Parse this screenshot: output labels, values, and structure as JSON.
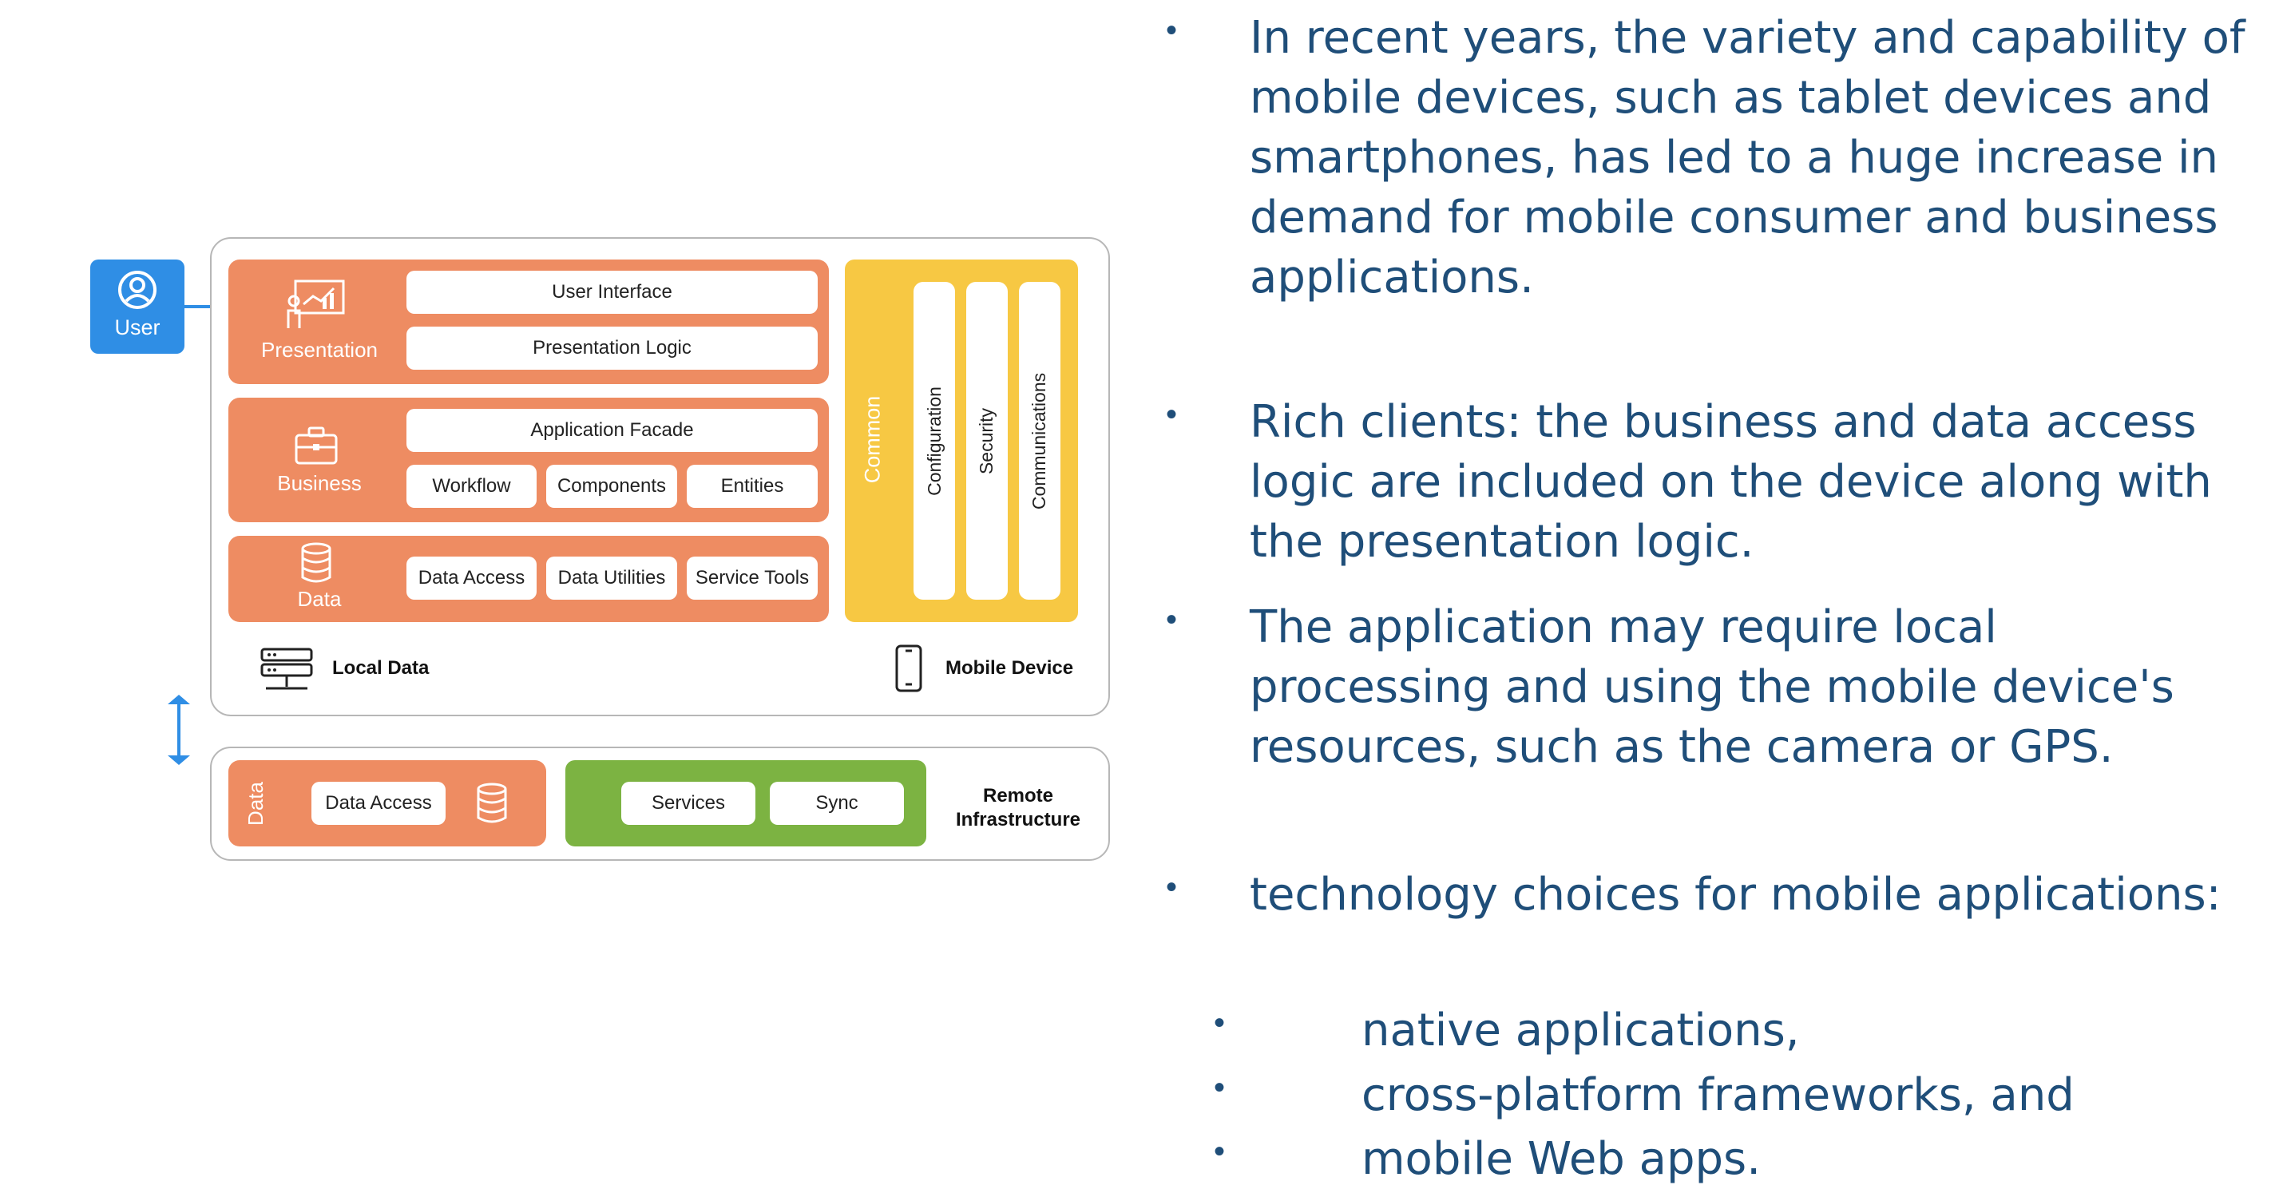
{
  "diagram": {
    "user_label": "User",
    "presentation": {
      "label": "Presentation",
      "items": [
        "User Interface",
        "Presentation Logic"
      ]
    },
    "business": {
      "label": "Business",
      "facade": "Application Facade",
      "items": [
        "Workflow",
        "Components",
        "Entities"
      ]
    },
    "data": {
      "label": "Data",
      "items": [
        "Data Access",
        "Data Utilities",
        "Service Tools"
      ]
    },
    "common": {
      "label": "Common",
      "items": [
        "Configuration",
        "Security",
        "Communications"
      ]
    },
    "local_data_label": "Local Data",
    "mobile_device_label": "Mobile Device",
    "remote": {
      "data_label": "Data",
      "data_access": "Data Access",
      "services": "Services",
      "sync": "Sync",
      "label_line1": "Remote",
      "label_line2": "Infrastructure"
    },
    "colors": {
      "orange": "#ee8c62",
      "yellow": "#f7c843",
      "green": "#7cb342",
      "blue": "#2f8ee5",
      "text": "#1f4e79"
    }
  },
  "bullets": [
    "In recent years, the variety and capability of mobile devices, such as tablet devices and smartphones, has led to a huge increase in demand for mobile consumer and business applications.",
    "Rich clients: the business and data access logic are included on the device along with the presentation logic.",
    "The application may require local processing and using the mobile device's resources, such as the camera or GPS.",
    "technology choices for mobile applications:"
  ],
  "sub_bullets": [
    "native applications,",
    "cross-platform frameworks, and",
    "mobile Web apps."
  ],
  "bullet_symbol": "•"
}
